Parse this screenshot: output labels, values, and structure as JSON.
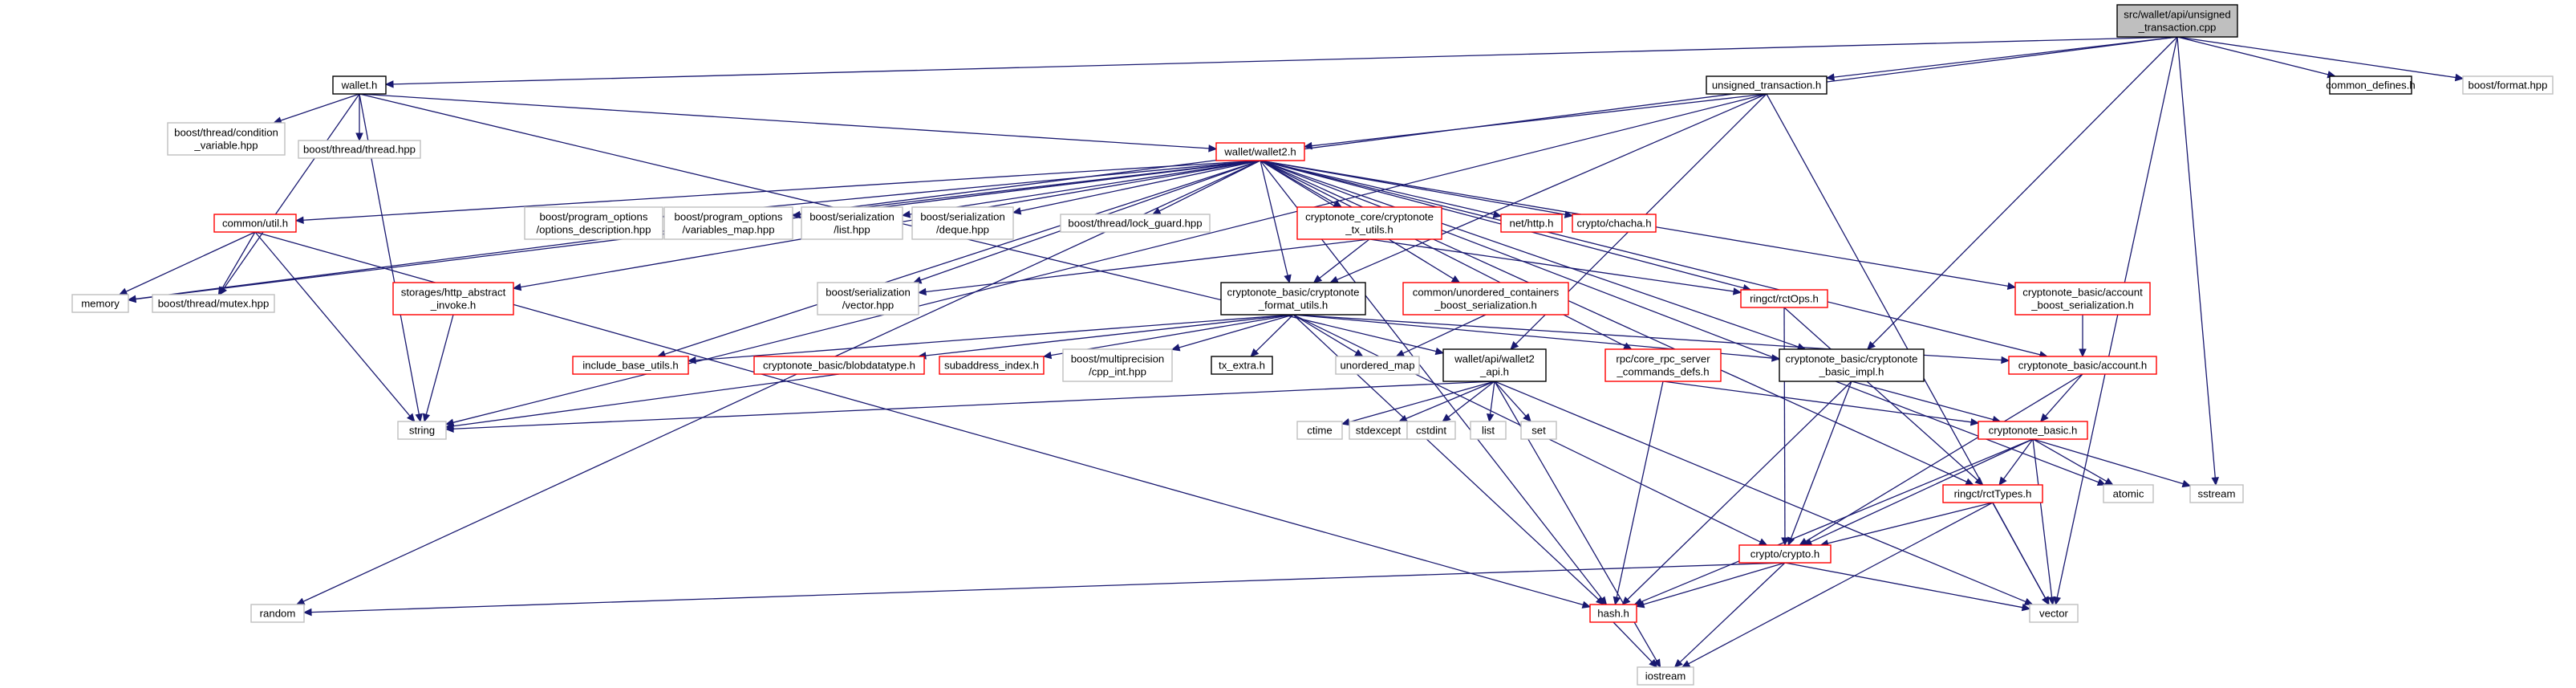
{
  "colors": {
    "edge": "#191970",
    "missing": "#bfbfbf",
    "truncated": "#ff0000",
    "normal": "#000000",
    "root_fill": "#bfbfbf"
  },
  "nodes": [
    {
      "id": "root",
      "lines": [
        "src/wallet/api/unsigned",
        "_transaction.cpp"
      ],
      "style": "root"
    },
    {
      "id": "wallet_h",
      "lines": [
        "wallet.h"
      ],
      "style": "normal"
    },
    {
      "id": "unsigned_tx_h",
      "lines": [
        "unsigned_transaction.h"
      ],
      "style": "normal"
    },
    {
      "id": "common_defines",
      "lines": [
        "common_defines.h"
      ],
      "style": "normal"
    },
    {
      "id": "boost_format",
      "lines": [
        "boost/format.hpp"
      ],
      "style": "missing"
    },
    {
      "id": "boost_cond",
      "lines": [
        "boost/thread/condition",
        "_variable.hpp"
      ],
      "style": "missing"
    },
    {
      "id": "boost_thread",
      "lines": [
        "boost/thread/thread.hpp"
      ],
      "style": "missing"
    },
    {
      "id": "wallet2_h",
      "lines": [
        "wallet/wallet2.h"
      ],
      "style": "truncated"
    },
    {
      "id": "common_util",
      "lines": [
        "common/util.h"
      ],
      "style": "truncated"
    },
    {
      "id": "memory",
      "lines": [
        "memory"
      ],
      "style": "missing"
    },
    {
      "id": "boost_mutex",
      "lines": [
        "boost/thread/mutex.hpp"
      ],
      "style": "missing"
    },
    {
      "id": "po_desc",
      "lines": [
        "boost/program_options",
        "/options_description.hpp"
      ],
      "style": "missing"
    },
    {
      "id": "po_vmap",
      "lines": [
        "boost/program_options",
        "/variables_map.hpp"
      ],
      "style": "missing"
    },
    {
      "id": "ser_list",
      "lines": [
        "boost/serialization",
        "/list.hpp"
      ],
      "style": "missing"
    },
    {
      "id": "ser_deque",
      "lines": [
        "boost/serialization",
        "/deque.hpp"
      ],
      "style": "missing"
    },
    {
      "id": "lock_guard",
      "lines": [
        "boost/thread/lock_guard.hpp"
      ],
      "style": "missing"
    },
    {
      "id": "tx_utils",
      "lines": [
        "cryptonote_core/cryptonote",
        "_tx_utils.h"
      ],
      "style": "truncated"
    },
    {
      "id": "net_http",
      "lines": [
        "net/http.h"
      ],
      "style": "truncated"
    },
    {
      "id": "chacha",
      "lines": [
        "crypto/chacha.h"
      ],
      "style": "truncated"
    },
    {
      "id": "ser_vector",
      "lines": [
        "boost/serialization",
        "/vector.hpp"
      ],
      "style": "missing"
    },
    {
      "id": "http_abstract",
      "lines": [
        "storages/http_abstract",
        "_invoke.h"
      ],
      "style": "truncated"
    },
    {
      "id": "format_utils",
      "lines": [
        "cryptonote_basic/cryptonote",
        "_format_utils.h"
      ],
      "style": "normal"
    },
    {
      "id": "unordered_cont",
      "lines": [
        "common/unordered_containers",
        "_boost_serialization.h"
      ],
      "style": "truncated"
    },
    {
      "id": "rctops",
      "lines": [
        "ringct/rctOps.h"
      ],
      "style": "truncated"
    },
    {
      "id": "account_boost",
      "lines": [
        "cryptonote_basic/account",
        "_boost_serialization.h"
      ],
      "style": "truncated"
    },
    {
      "id": "include_base",
      "lines": [
        "include_base_utils.h"
      ],
      "style": "truncated"
    },
    {
      "id": "blobdatatype",
      "lines": [
        "cryptonote_basic/blobdatatype.h"
      ],
      "style": "truncated"
    },
    {
      "id": "subaddress",
      "lines": [
        "subaddress_index.h"
      ],
      "style": "truncated"
    },
    {
      "id": "cpp_int",
      "lines": [
        "boost/multiprecision",
        "/cpp_int.hpp"
      ],
      "style": "missing"
    },
    {
      "id": "tx_extra",
      "lines": [
        "tx_extra.h"
      ],
      "style": "normal"
    },
    {
      "id": "unordered_map",
      "lines": [
        "unordered_map"
      ],
      "style": "missing"
    },
    {
      "id": "wallet2_api",
      "lines": [
        "wallet/api/wallet2",
        "_api.h"
      ],
      "style": "normal"
    },
    {
      "id": "rpc_defs",
      "lines": [
        "rpc/core_rpc_server",
        "_commands_defs.h"
      ],
      "style": "truncated"
    },
    {
      "id": "basic_impl",
      "lines": [
        "cryptonote_basic/cryptonote",
        "_basic_impl.h"
      ],
      "style": "normal"
    },
    {
      "id": "account_h",
      "lines": [
        "cryptonote_basic/account.h"
      ],
      "style": "truncated"
    },
    {
      "id": "string",
      "lines": [
        "string"
      ],
      "style": "missing"
    },
    {
      "id": "ctime",
      "lines": [
        "ctime"
      ],
      "style": "missing"
    },
    {
      "id": "stdexcept",
      "lines": [
        "stdexcept"
      ],
      "style": "missing"
    },
    {
      "id": "cstdint",
      "lines": [
        "cstdint"
      ],
      "style": "missing"
    },
    {
      "id": "list",
      "lines": [
        "list"
      ],
      "style": "missing"
    },
    {
      "id": "set",
      "lines": [
        "set"
      ],
      "style": "missing"
    },
    {
      "id": "cn_basic",
      "lines": [
        "cryptonote_basic.h"
      ],
      "style": "truncated"
    },
    {
      "id": "atomic",
      "lines": [
        "atomic"
      ],
      "style": "missing"
    },
    {
      "id": "sstream",
      "lines": [
        "sstream"
      ],
      "style": "missing"
    },
    {
      "id": "rcttypes",
      "lines": [
        "ringct/rctTypes.h"
      ],
      "style": "truncated"
    },
    {
      "id": "crypto",
      "lines": [
        "crypto/crypto.h"
      ],
      "style": "truncated"
    },
    {
      "id": "random",
      "lines": [
        "random"
      ],
      "style": "missing"
    },
    {
      "id": "hash",
      "lines": [
        "hash.h"
      ],
      "style": "truncated"
    },
    {
      "id": "vector",
      "lines": [
        "vector"
      ],
      "style": "missing"
    },
    {
      "id": "iostream",
      "lines": [
        "iostream"
      ],
      "style": "missing"
    }
  ],
  "edges": [
    [
      "root",
      "wallet_h"
    ],
    [
      "root",
      "unsigned_tx_h"
    ],
    [
      "root",
      "common_defines"
    ],
    [
      "root",
      "boost_format"
    ],
    [
      "root",
      "memory"
    ],
    [
      "root",
      "basic_impl"
    ],
    [
      "root",
      "sstream"
    ],
    [
      "root",
      "vector"
    ],
    [
      "wallet_h",
      "boost_cond"
    ],
    [
      "wallet_h",
      "boost_thread"
    ],
    [
      "wallet_h",
      "wallet2_h"
    ],
    [
      "wallet_h",
      "boost_mutex"
    ],
    [
      "wallet_h",
      "string"
    ],
    [
      "wallet_h",
      "wallet2_api"
    ],
    [
      "unsigned_tx_h",
      "wallet2_h"
    ],
    [
      "unsigned_tx_h",
      "wallet2_api"
    ],
    [
      "unsigned_tx_h",
      "string"
    ],
    [
      "unsigned_tx_h",
      "vector"
    ],
    [
      "unsigned_tx_h",
      "format_utils"
    ],
    [
      "wallet2_h",
      "common_util"
    ],
    [
      "wallet2_h",
      "memory"
    ],
    [
      "wallet2_h",
      "random"
    ],
    [
      "wallet2_h",
      "po_desc"
    ],
    [
      "wallet2_h",
      "po_vmap"
    ],
    [
      "wallet2_h",
      "ser_list"
    ],
    [
      "wallet2_h",
      "ser_deque"
    ],
    [
      "wallet2_h",
      "lock_guard"
    ],
    [
      "wallet2_h",
      "tx_utils"
    ],
    [
      "wallet2_h",
      "net_http"
    ],
    [
      "wallet2_h",
      "chacha"
    ],
    [
      "wallet2_h",
      "http_abstract"
    ],
    [
      "wallet2_h",
      "ser_vector"
    ],
    [
      "wallet2_h",
      "format_utils"
    ],
    [
      "wallet2_h",
      "unordered_cont"
    ],
    [
      "wallet2_h",
      "rctops"
    ],
    [
      "wallet2_h",
      "rpc_defs"
    ],
    [
      "wallet2_h",
      "basic_impl"
    ],
    [
      "wallet2_h",
      "account_boost"
    ],
    [
      "wallet2_h",
      "account_h"
    ],
    [
      "wallet2_h",
      "include_base"
    ],
    [
      "wallet2_h",
      "hash"
    ],
    [
      "wallet2_h",
      "atomic"
    ],
    [
      "wallet2_h",
      "rcttypes"
    ],
    [
      "common_util",
      "memory"
    ],
    [
      "common_util",
      "boost_mutex"
    ],
    [
      "common_util",
      "string"
    ],
    [
      "common_util",
      "hash"
    ],
    [
      "tx_utils",
      "format_utils"
    ],
    [
      "tx_utils",
      "ser_vector"
    ],
    [
      "tx_utils",
      "rctops"
    ],
    [
      "http_abstract",
      "string"
    ],
    [
      "format_utils",
      "include_base"
    ],
    [
      "format_utils",
      "blobdatatype"
    ],
    [
      "format_utils",
      "subaddress"
    ],
    [
      "format_utils",
      "cpp_int"
    ],
    [
      "format_utils",
      "tx_extra"
    ],
    [
      "format_utils",
      "unordered_map"
    ],
    [
      "format_utils",
      "basic_impl"
    ],
    [
      "format_utils",
      "account_h"
    ],
    [
      "format_utils",
      "crypto"
    ],
    [
      "format_utils",
      "hash"
    ],
    [
      "unordered_cont",
      "unordered_map"
    ],
    [
      "rctops",
      "crypto"
    ],
    [
      "rctops",
      "rcttypes"
    ],
    [
      "account_boost",
      "account_h"
    ],
    [
      "blobdatatype",
      "string"
    ],
    [
      "wallet2_api",
      "string"
    ],
    [
      "wallet2_api",
      "iostream"
    ],
    [
      "wallet2_api",
      "ctime"
    ],
    [
      "wallet2_api",
      "stdexcept"
    ],
    [
      "wallet2_api",
      "cstdint"
    ],
    [
      "wallet2_api",
      "list"
    ],
    [
      "wallet2_api",
      "set"
    ],
    [
      "wallet2_api",
      "vector"
    ],
    [
      "rpc_defs",
      "cn_basic"
    ],
    [
      "rpc_defs",
      "hash"
    ],
    [
      "basic_impl",
      "cn_basic"
    ],
    [
      "basic_impl",
      "crypto"
    ],
    [
      "basic_impl",
      "hash"
    ],
    [
      "account_h",
      "cn_basic"
    ],
    [
      "account_h",
      "crypto"
    ],
    [
      "cn_basic",
      "rcttypes"
    ],
    [
      "cn_basic",
      "crypto"
    ],
    [
      "cn_basic",
      "hash"
    ],
    [
      "cn_basic",
      "atomic"
    ],
    [
      "cn_basic",
      "sstream"
    ],
    [
      "cn_basic",
      "vector"
    ],
    [
      "rcttypes",
      "crypto"
    ],
    [
      "rcttypes",
      "vector"
    ],
    [
      "rcttypes",
      "iostream"
    ],
    [
      "crypto",
      "random"
    ],
    [
      "crypto",
      "hash"
    ],
    [
      "crypto",
      "vector"
    ],
    [
      "crypto",
      "iostream"
    ],
    [
      "hash",
      "iostream"
    ]
  ]
}
